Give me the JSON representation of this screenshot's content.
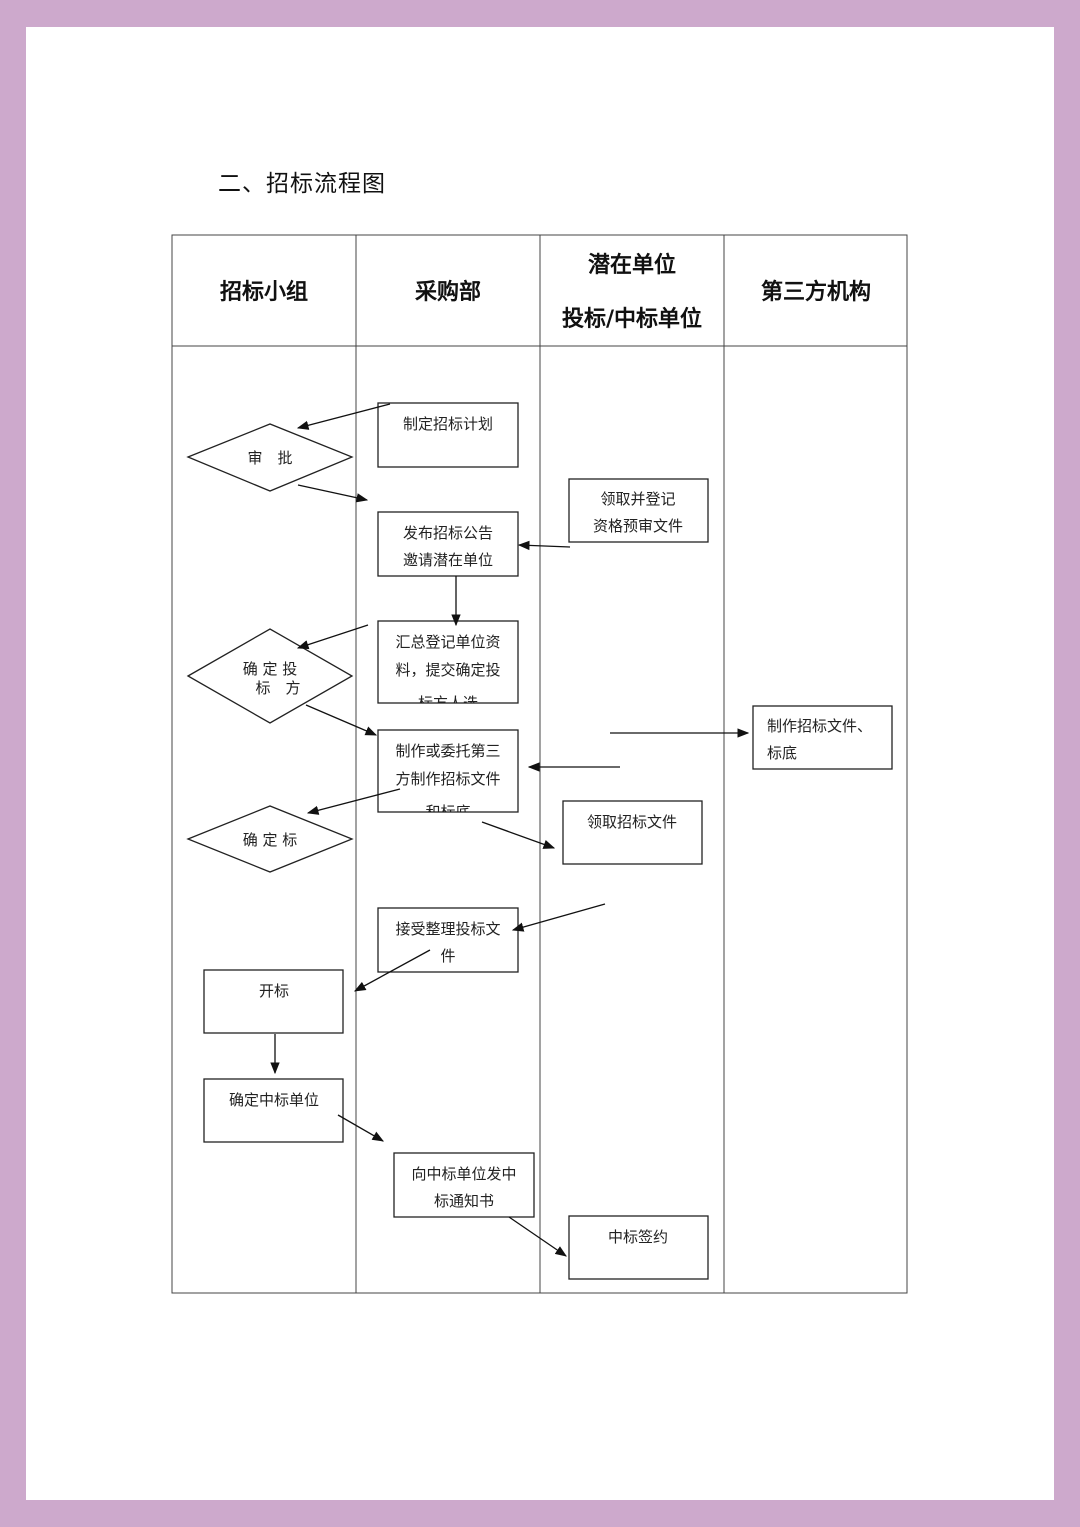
{
  "title": "二、招标流程图",
  "lanes": [
    "招标小组",
    "采购部",
    "潜在单位",
    "投标/中标单位",
    "第三方机构"
  ],
  "nodes": {
    "plan": [
      "制定招标计划"
    ],
    "approve": [
      "审　批"
    ],
    "collect_doc": [
      "领取并登记",
      "资格预审文件"
    ],
    "publish": [
      "发布招标公告",
      "邀请潜在单位"
    ],
    "summarize": [
      "汇总登记单位资",
      "料，提交确定投",
      "标方人选"
    ],
    "confirm_bidder": [
      "确 定 投",
      "标　方"
    ],
    "make_third": [
      "制作招标文件、",
      "标底"
    ],
    "make_docs": [
      "制作或委托第三",
      "方制作招标文件",
      "和标底"
    ],
    "confirm_bid": [
      "确 定 标"
    ],
    "receive_docs": [
      "领取招标文件"
    ],
    "accept": [
      "接受整理投标文",
      "件"
    ],
    "open": [
      "开标"
    ],
    "winner": [
      "确定中标单位"
    ],
    "notify": [
      "向中标单位发中",
      "标通知书"
    ],
    "sign": [
      "中标签约"
    ]
  }
}
